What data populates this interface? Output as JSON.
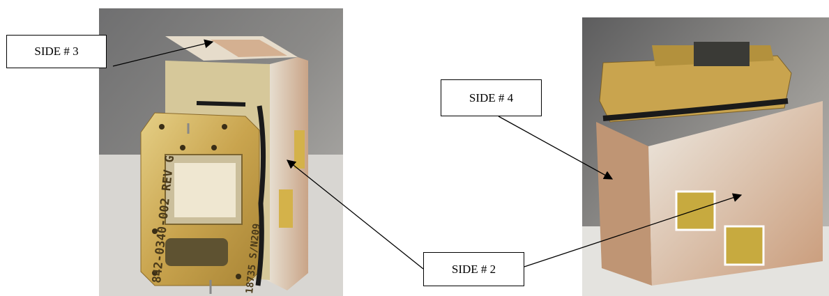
{
  "labels": {
    "side3": "SIDE # 3",
    "side4": "SIDE # 4",
    "side2": "SIDE # 2"
  },
  "engraving": {
    "part_number": "842-0340-002 REV G",
    "serial": "18735 S/N209"
  },
  "colors": {
    "brass": "#c9a44e",
    "aluminum": "#d9d6cf",
    "tape": "#b98055",
    "sealant": "#1a1a1a"
  }
}
